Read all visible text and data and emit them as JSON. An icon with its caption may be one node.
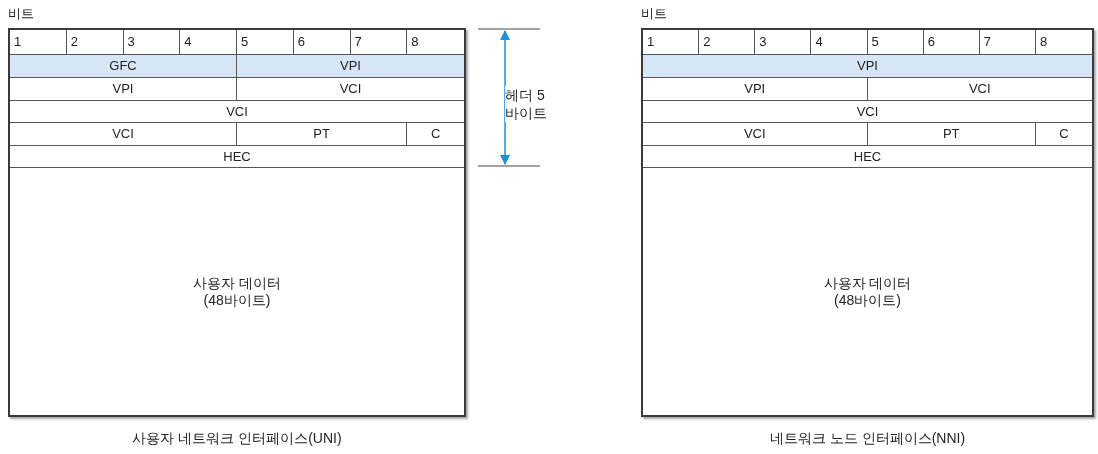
{
  "diagram": {
    "nodes": [
      {
        "text": [],
        "shape": "box",
        "beside": [
          "비트",
          "사용자 네트워크 인터페이스(UNI)"
        ]
      },
      {
        "text": [
          "1"
        ],
        "in": 0
      },
      {
        "text": [
          "2"
        ],
        "in": 0
      },
      {
        "text": [
          "3"
        ],
        "in": 0
      },
      {
        "text": [
          "4"
        ],
        "in": 0
      },
      {
        "text": [
          "5"
        ],
        "in": 0
      },
      {
        "text": [
          "6"
        ],
        "in": 0
      },
      {
        "text": [
          "7"
        ],
        "in": 0
      },
      {
        "text": [
          "8"
        ],
        "in": 0
      },
      {
        "text": [
          "GFC"
        ],
        "in": 0
      },
      {
        "text": [
          "VPI"
        ],
        "in": 0
      },
      {
        "text": [
          "VPI"
        ],
        "in": 0
      },
      {
        "text": [
          "VCI"
        ],
        "in": 0
      },
      {
        "text": [
          "VCI"
        ],
        "in": 0
      },
      {
        "text": [
          "VCI"
        ],
        "in": 0
      },
      {
        "text": [
          "PT"
        ],
        "in": 0
      },
      {
        "text": [
          "C"
        ],
        "in": 0
      },
      {
        "text": [
          "HEC"
        ],
        "in": 0
      },
      {
        "text": [
          "사용자 데이터 (48바이트)"
        ],
        "in": 0
      },
      {
        "text": [],
        "shape": "box",
        "beside": [
          "비트",
          "네트워크 노드 인터페이스(NNI)"
        ]
      },
      {
        "text": [
          "1"
        ],
        "in": 19
      },
      {
        "text": [
          "2"
        ],
        "in": 19
      },
      {
        "text": [
          "3"
        ],
        "in": 19
      },
      {
        "text": [
          "4"
        ],
        "in": 19
      },
      {
        "text": [
          "5"
        ],
        "in": 19
      },
      {
        "text": [
          "6"
        ],
        "in": 19
      },
      {
        "text": [
          "7"
        ],
        "in": 19
      },
      {
        "text": [
          "8"
        ],
        "in": 19
      },
      {
        "text": [
          "VPI"
        ],
        "in": 19
      },
      {
        "text": [
          "VPI"
        ],
        "in": 19
      },
      {
        "text": [
          "VCI"
        ],
        "in": 19
      },
      {
        "text": [
          "VCI"
        ],
        "in": 19
      },
      {
        "text": [
          "VCI"
        ],
        "in": 19
      },
      {
        "text": [
          "PT"
        ],
        "in": 19
      },
      {
        "text": [
          "C"
        ],
        "in": 19
      },
      {
        "text": [
          "HEC"
        ],
        "in": 19
      },
      {
        "text": [
          "사용자 데이터 (48바이트)"
        ],
        "in": 19
      }
    ],
    "labels": [
      "헤더 5바이트"
    ]
  }
}
